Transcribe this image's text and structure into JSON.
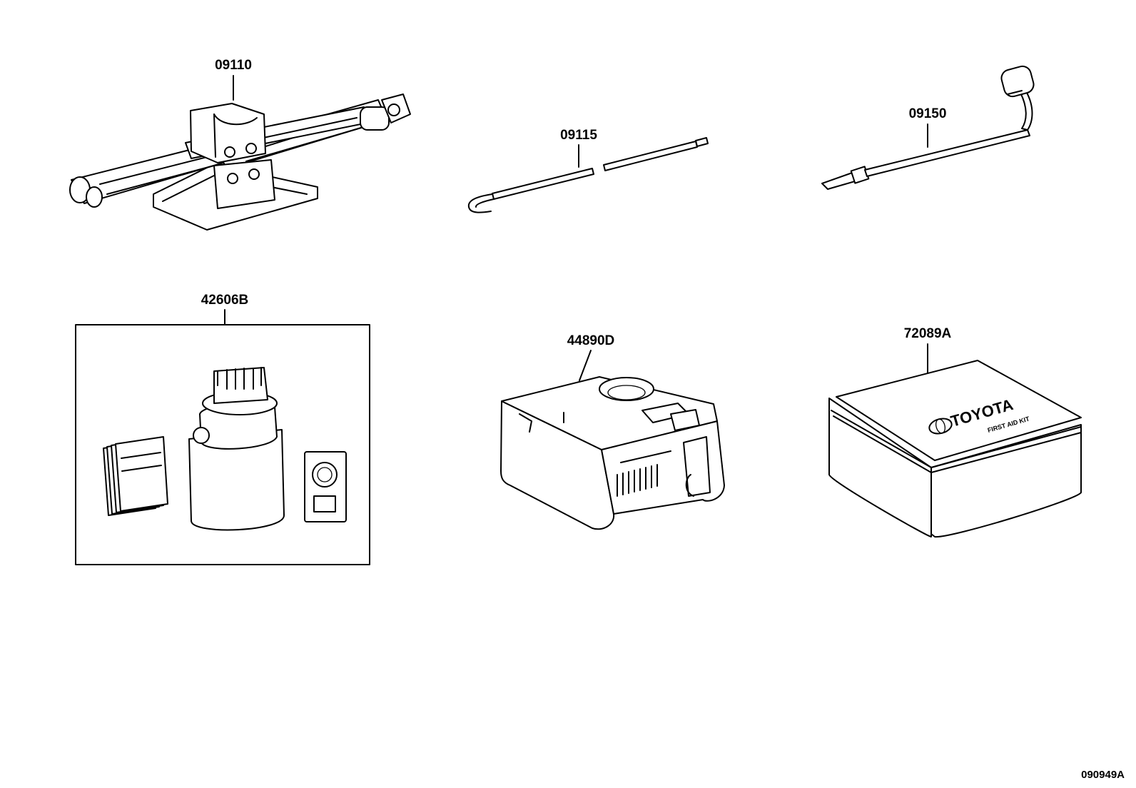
{
  "parts": [
    {
      "id": "jack",
      "label": "09110"
    },
    {
      "id": "jack-handle",
      "label": "09115"
    },
    {
      "id": "wrench",
      "label": "09150"
    },
    {
      "id": "repair-kit",
      "label": "42606B"
    },
    {
      "id": "compressor",
      "label": "44890D"
    },
    {
      "id": "first-aid-kit",
      "label": "72089A"
    }
  ],
  "first_aid_kit": {
    "brand": "TOYOTA",
    "caption": "FIRST AID KIT"
  },
  "diagram_ref": "090949A"
}
